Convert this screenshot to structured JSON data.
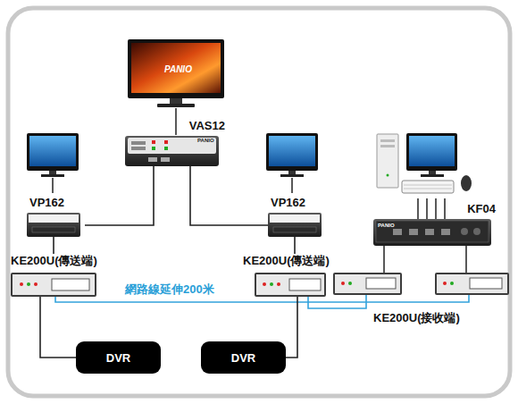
{
  "diagram": {
    "nodes": [
      {
        "text": [
          "VAS12"
        ]
      },
      {
        "text": [
          "VP162"
        ]
      },
      {
        "text": [
          "VP162"
        ]
      },
      {
        "text": [
          "KE200U(傳送端)"
        ]
      },
      {
        "text": [
          "KE200U(傳送端)"
        ]
      },
      {
        "text": [
          "KF04"
        ]
      },
      {
        "text": [
          "DVR"
        ]
      },
      {
        "text": [
          "DVR"
        ]
      }
    ],
    "edges": [
      {
        "from": 0,
        "to": 1,
        "arrow": "none"
      },
      {
        "from": 0,
        "to": 2,
        "arrow": "none"
      },
      {
        "from": 1,
        "to": 3,
        "arrow": "none"
      },
      {
        "from": 2,
        "to": 4,
        "arrow": "none"
      },
      {
        "from": 3,
        "to": 6,
        "arrow": "none"
      },
      {
        "from": 4,
        "to": 7,
        "arrow": "none"
      }
    ],
    "labels": [
      "PANIO",
      "PANIO",
      "PANIO",
      "網路線延伸200米",
      "KE200U(接收端)"
    ]
  }
}
